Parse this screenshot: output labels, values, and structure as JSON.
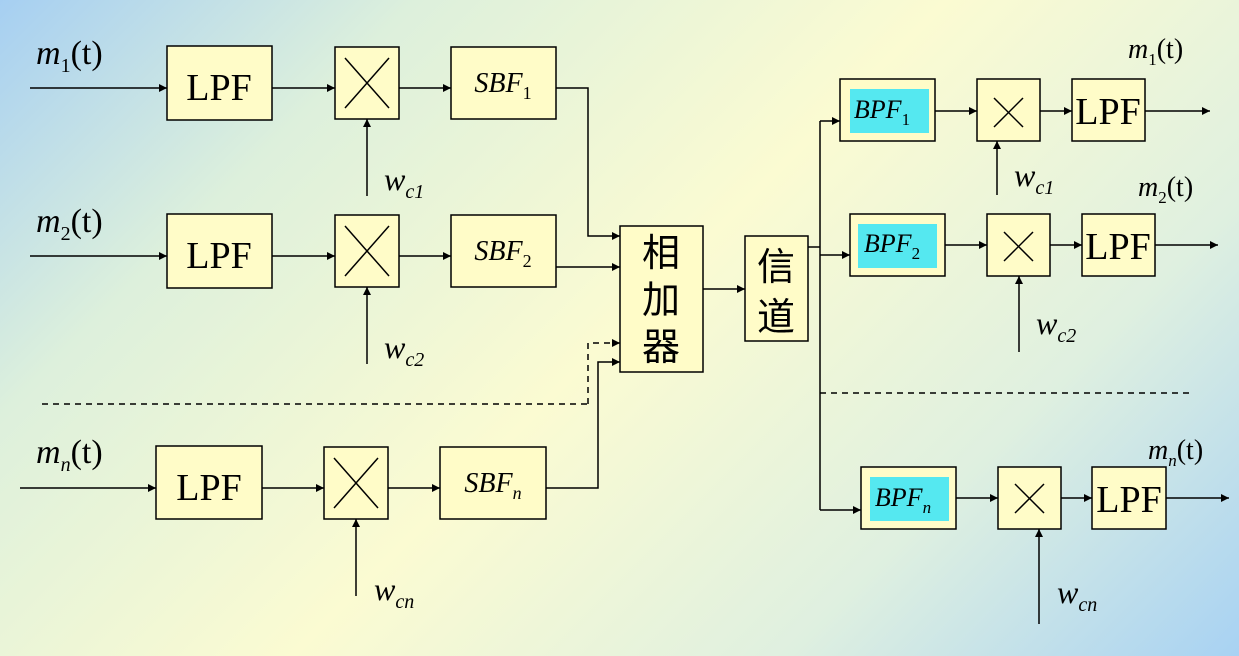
{
  "blocks": {
    "lpf": "LPF",
    "adder": [
      "相",
      "加",
      "器"
    ],
    "channel": [
      "信",
      "道"
    ]
  },
  "transmitters": [
    {
      "in_main": "m",
      "in_sub": "1",
      "in_arg": "(t)",
      "carrier_main": "w",
      "carrier_sub": "c1",
      "sbf_main": "SBF",
      "sbf_sub": "1"
    },
    {
      "in_main": "m",
      "in_sub": "2",
      "in_arg": "(t)",
      "carrier_main": "w",
      "carrier_sub": "c2",
      "sbf_main": "SBF",
      "sbf_sub": "2"
    },
    {
      "in_main": "m",
      "in_sub": "n",
      "in_arg": "(t)",
      "carrier_main": "w",
      "carrier_sub": "cn",
      "sbf_main": "SBF",
      "sbf_sub": "n"
    }
  ],
  "receivers": [
    {
      "bpf_main": "BPF",
      "bpf_sub": "1",
      "carrier_main": "w",
      "carrier_sub": "c1",
      "out_main": "m",
      "out_sub": "1",
      "out_arg": "(t)"
    },
    {
      "bpf_main": "BPF",
      "bpf_sub": "2",
      "carrier_main": "w",
      "carrier_sub": "c2",
      "out_main": "m",
      "out_sub": "2",
      "out_arg": "(t)"
    },
    {
      "bpf_main": "BPF",
      "bpf_sub": "n",
      "carrier_main": "w",
      "carrier_sub": "cn",
      "out_main": "m",
      "out_sub": "n",
      "out_arg": "(t)"
    }
  ],
  "colors": {
    "block_fill": "#fffcc8",
    "bpf_highlight": "#55e8f0",
    "line": "#000000"
  }
}
